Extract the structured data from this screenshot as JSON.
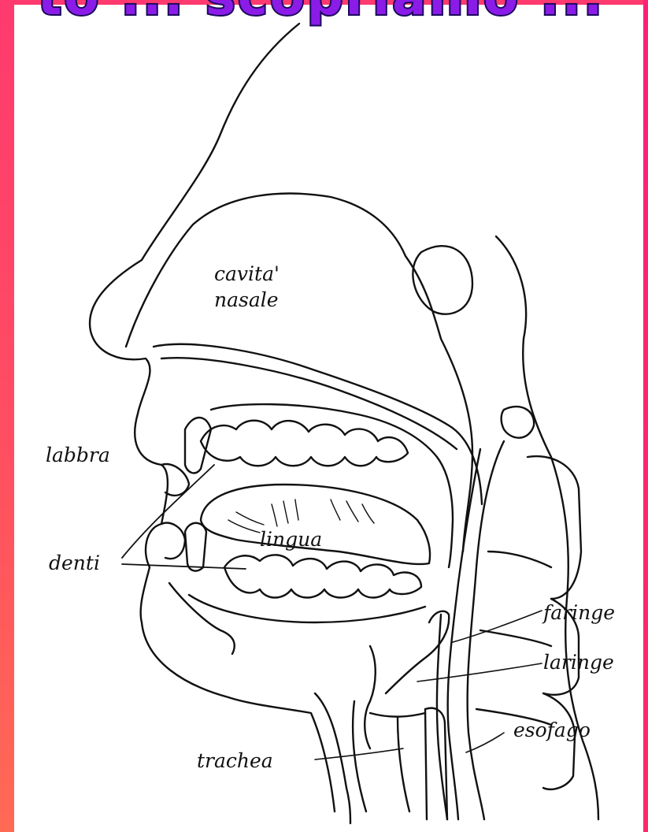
{
  "title": "to ... scopriamo ...",
  "labels": {
    "cavita": "cavita'",
    "nasale": "nasale",
    "labbra": "labbra",
    "denti": "denti",
    "lingua": "lingua",
    "faringe": "faringe",
    "laringe": "laringe",
    "esofago": "esofago",
    "trachea": "trachea"
  },
  "colors": {
    "background": "#ff4f60",
    "title": "#8b1ce8",
    "title_outline": "#1b0a5c",
    "line": "#111111"
  }
}
